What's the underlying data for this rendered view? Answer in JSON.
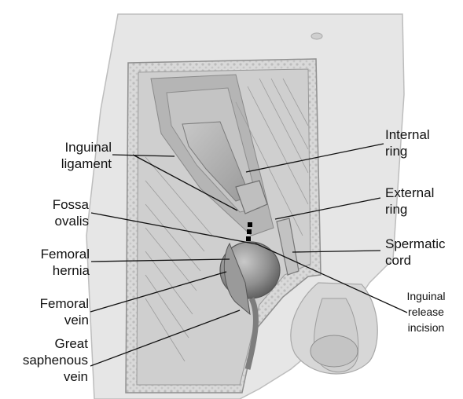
{
  "labels": {
    "inguinal_ligament": [
      "Inguinal",
      "ligament"
    ],
    "fossa_ovalis": [
      "Fossa",
      "ovalis"
    ],
    "femoral_hernia": [
      "Femoral",
      "hernia"
    ],
    "femoral_vein": [
      "Femoral",
      "vein"
    ],
    "great_saphenous_vein": [
      "Great",
      "saphenous",
      "vein"
    ],
    "internal_ring": [
      "Internal",
      "ring"
    ],
    "external_ring": [
      "External",
      "ring"
    ],
    "spermatic_cord": [
      "Spermatic",
      "cord"
    ],
    "inguinal_release_incision": [
      "Inguinal",
      "release",
      "incision"
    ]
  },
  "colors": {
    "skin": "#e6e6e6",
    "skin_shadow": "#bdbdbd",
    "fat_border": "#d2d2d2",
    "muscle": "#a9a9a9",
    "hernia": "#8a8a8a",
    "line": "#111111",
    "incision": "#000000"
  }
}
